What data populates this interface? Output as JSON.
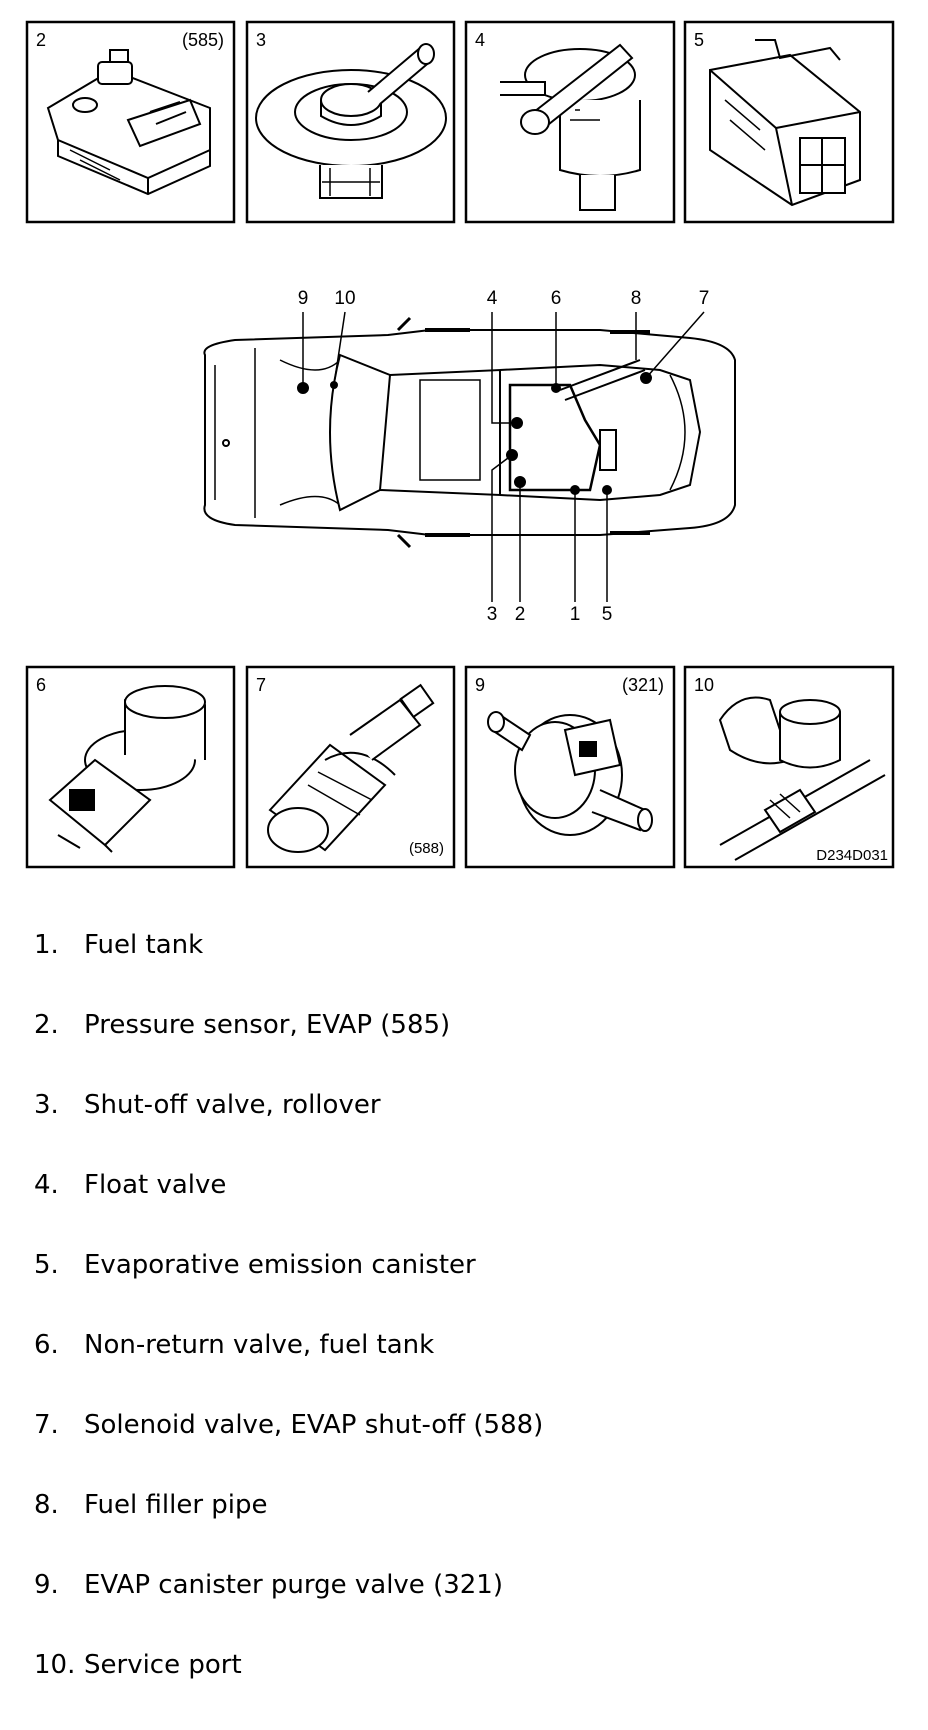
{
  "figure": {
    "panels_top": [
      {
        "num": "2",
        "code": "(585)"
      },
      {
        "num": "3",
        "code": ""
      },
      {
        "num": "4",
        "code": ""
      },
      {
        "num": "5",
        "code": ""
      }
    ],
    "panels_bottom": [
      {
        "num": "6",
        "code": ""
      },
      {
        "num": "7",
        "code": "(588)"
      },
      {
        "num": "9",
        "code": "(321)"
      },
      {
        "num": "10",
        "code": ""
      }
    ],
    "callouts_top": [
      "9",
      "10",
      "4",
      "6",
      "8",
      "7"
    ],
    "callouts_bottom": [
      "3",
      "2",
      "1",
      "5"
    ],
    "drawing_id": "D234D031"
  },
  "legend": [
    {
      "num": "1.",
      "text": "Fuel tank"
    },
    {
      "num": "2.",
      "text": "Pressure sensor, EVAP (585)"
    },
    {
      "num": "3.",
      "text": "Shut-off valve, rollover"
    },
    {
      "num": "4.",
      "text": "Float valve"
    },
    {
      "num": "5.",
      "text": "Evaporative emission canister"
    },
    {
      "num": "6.",
      "text": "Non-return valve, fuel tank"
    },
    {
      "num": "7.",
      "text": "Solenoid valve, EVAP shut-off (588)"
    },
    {
      "num": "8.",
      "text": "Fuel filler pipe"
    },
    {
      "num": "9.",
      "text": "EVAP canister purge valve (321)"
    },
    {
      "num": "10.",
      "text": "Service port"
    }
  ]
}
